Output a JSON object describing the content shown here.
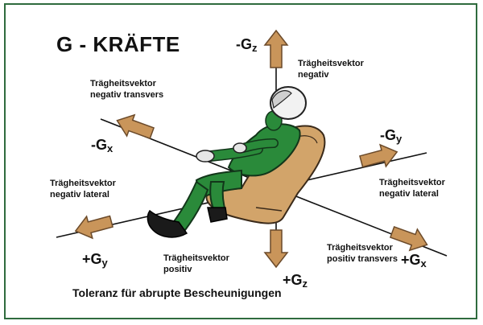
{
  "title": "G - KRÄFTE",
  "caption": "Toleranz für abrupte Bescheunigungen",
  "colors": {
    "border": "#2f6b3e",
    "arrow_fill": "#c9955a",
    "arrow_stroke": "#6b4a2a",
    "suit": "#2a8a3a",
    "seat": "#d2a46a",
    "helmet": "#f2f2f2"
  },
  "axes": {
    "neg_gz": {
      "sign": "-G",
      "sub": "z"
    },
    "pos_gz": {
      "sign": "+G",
      "sub": "z"
    },
    "neg_gx": {
      "sign": "-G",
      "sub": "x"
    },
    "pos_gx": {
      "sign": "+G",
      "sub": "x"
    },
    "neg_gy": {
      "sign": "-G",
      "sub": "y"
    },
    "pos_gy": {
      "sign": "+G",
      "sub": "y"
    }
  },
  "labels": {
    "neg_vertical": [
      "Trägheitsvektor",
      "negativ"
    ],
    "neg_transverse": [
      "Trägheitsvektor",
      "negativ transvers"
    ],
    "neg_lateral_left": [
      "Trägheitsvektor",
      "negativ lateral"
    ],
    "neg_lateral_right": [
      "Trägheitsvektor",
      "negativ lateral"
    ],
    "pos_vertical": [
      "Trägheitsvektor",
      "positiv"
    ],
    "pos_transverse": [
      "Trägheitsvektor",
      "positiv transvers"
    ]
  }
}
